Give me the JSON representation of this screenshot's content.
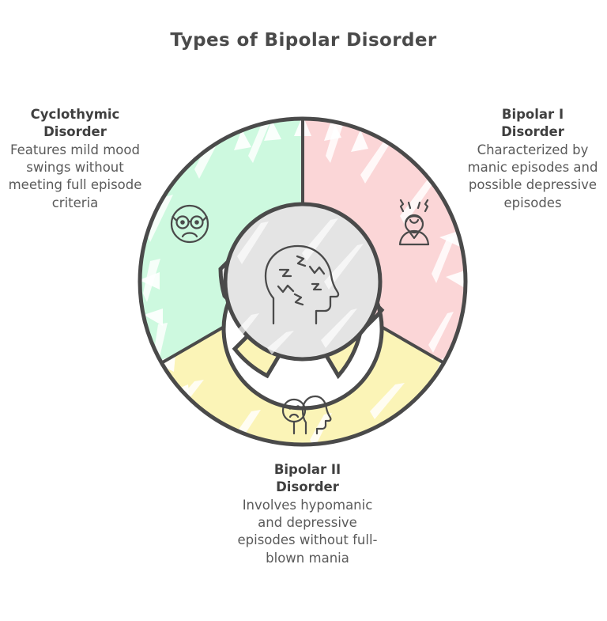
{
  "header": {
    "title": "Types of Bipolar Disorder"
  },
  "diagram": {
    "type": "donut-segments",
    "center_icon": {
      "name": "head-with-scribbles-icon",
      "description": "Head in profile with zigzag scribbles inside"
    },
    "center_fill": "#E4E4E4",
    "stroke_color": "#4a4a4a",
    "background": "#ffffff",
    "segments": [
      {
        "id": "bipolar-i",
        "title": "Bipolar I Disorder",
        "description": "Characterized by manic episodes and possible depressive episodes",
        "color": "#FBD6D7",
        "icon": "agitated-person-icon",
        "position": "right",
        "start_angle": -90,
        "end_angle": 30
      },
      {
        "id": "bipolar-ii",
        "title": "Bipolar II Disorder",
        "description": "Involves hypomanic and depressive episodes without full-blown mania",
        "color": "#FBF4B7",
        "icon": "sad-mask-head-icon",
        "position": "bottom",
        "start_angle": 30,
        "end_angle": 150
      },
      {
        "id": "cyclothymic",
        "title": "Cyclothymic Disorder",
        "description": "Features mild mood swings without meeting full episode criteria",
        "color": "#CDF9DF",
        "icon": "sad-face-glasses-icon",
        "position": "left",
        "start_angle": 150,
        "end_angle": 270
      }
    ]
  },
  "callouts": {
    "left": {
      "title_line1": "Cyclothymic",
      "title_line2": "Disorder",
      "description": "Features mild mood swings without meeting full episode criteria"
    },
    "right": {
      "title_line1": "Bipolar I",
      "title_line2": "Disorder",
      "description": "Characterized by manic episodes and possible depressive episodes"
    },
    "bottom": {
      "title_line1": "Bipolar II",
      "title_line2": "Disorder",
      "description": "Involves hypomanic and depressive episodes without full-blown mania"
    }
  }
}
